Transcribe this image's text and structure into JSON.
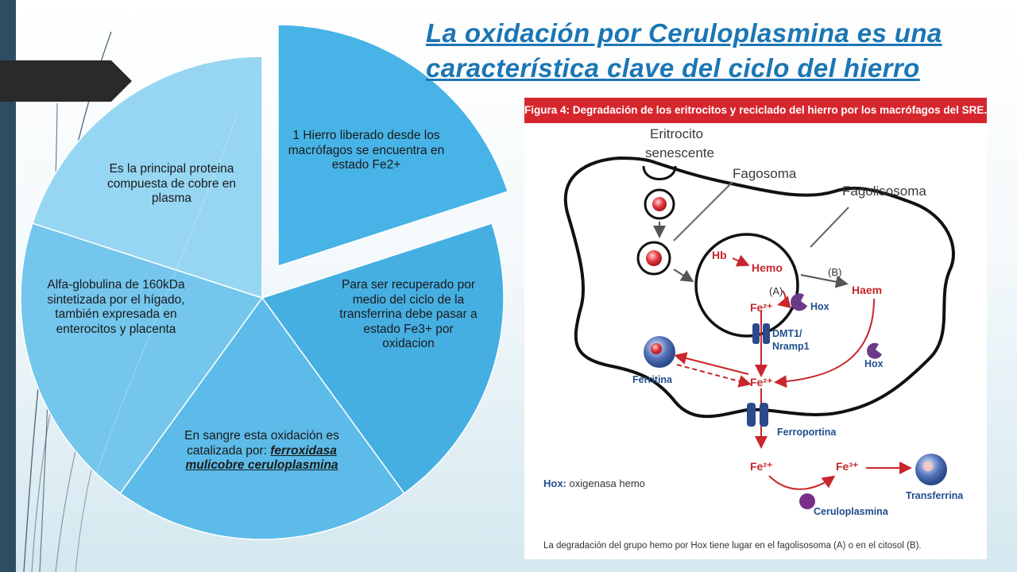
{
  "slide": {
    "title": "La oxidación por Ceruloplasmina es una característica clave del ciclo del hierro"
  },
  "cycle": {
    "segments": [
      {
        "id": "seg1",
        "text": "1 Hierro liberado desde los macrófagos se encuentra en estado Fe2+",
        "color": "#47b3e6"
      },
      {
        "id": "seg2",
        "text": "Para ser recuperado por medio del ciclo de la transferrina debe pasar a estado Fe3+ por oxidacion",
        "color": "#46afe2"
      },
      {
        "id": "seg3",
        "text_plain": "En sangre esta oxidación es catalizada por:",
        "text_emph": "ferroxidasa mulicobre ceruloplasmina",
        "color": "#5cbbe8"
      },
      {
        "id": "seg4",
        "text": "Alfa-globulina de 160kDa sintetizada por el hígado, también expresada en enterocitos y placenta",
        "color": "#74c6ec"
      },
      {
        "id": "seg5",
        "text": "Es la principal proteina compuesta de cobre en plasma",
        "color": "#96d6f2"
      }
    ]
  },
  "figure": {
    "header": "Figura 4: Degradación de los eritrocitos y reciclado del hierro por los macrófagos del SRE.",
    "labels": {
      "eritrocito": "Eritrocito",
      "senescente": "senescente",
      "fagosoma": "Fagosoma",
      "fagolisosoma": "Fagolisosoma",
      "hb": "Hb",
      "hemo": "Hemo",
      "b": "(B)",
      "a": "(A)",
      "haem": "Haem",
      "fe2_1": "Fe²⁺",
      "hox1": "Hox",
      "dmt1": "DMT1/",
      "nramp1": "Nramp1",
      "hox2": "Hox",
      "ferritina": "Ferritina",
      "fe2_2": "Fe²⁺",
      "ferroportina": "Ferroportina",
      "fe2_3": "Fe²⁺",
      "fe3": "Fe³⁺",
      "transferrina": "Transferrina",
      "ceruloplasmina": "Ceruloplasmina",
      "hox_legend_key": "Hox:",
      "hox_legend_val": "oxigenasa hemo"
    },
    "caption": "La degradación del grupo hemo por Hox tiene lugar en el fagolisosoma (A) o en el citosol (B).",
    "colors": {
      "header": "#d6262d",
      "red": "#c8262c",
      "blue": "#1f4e8c",
      "purple": "#6b3b8a"
    }
  }
}
